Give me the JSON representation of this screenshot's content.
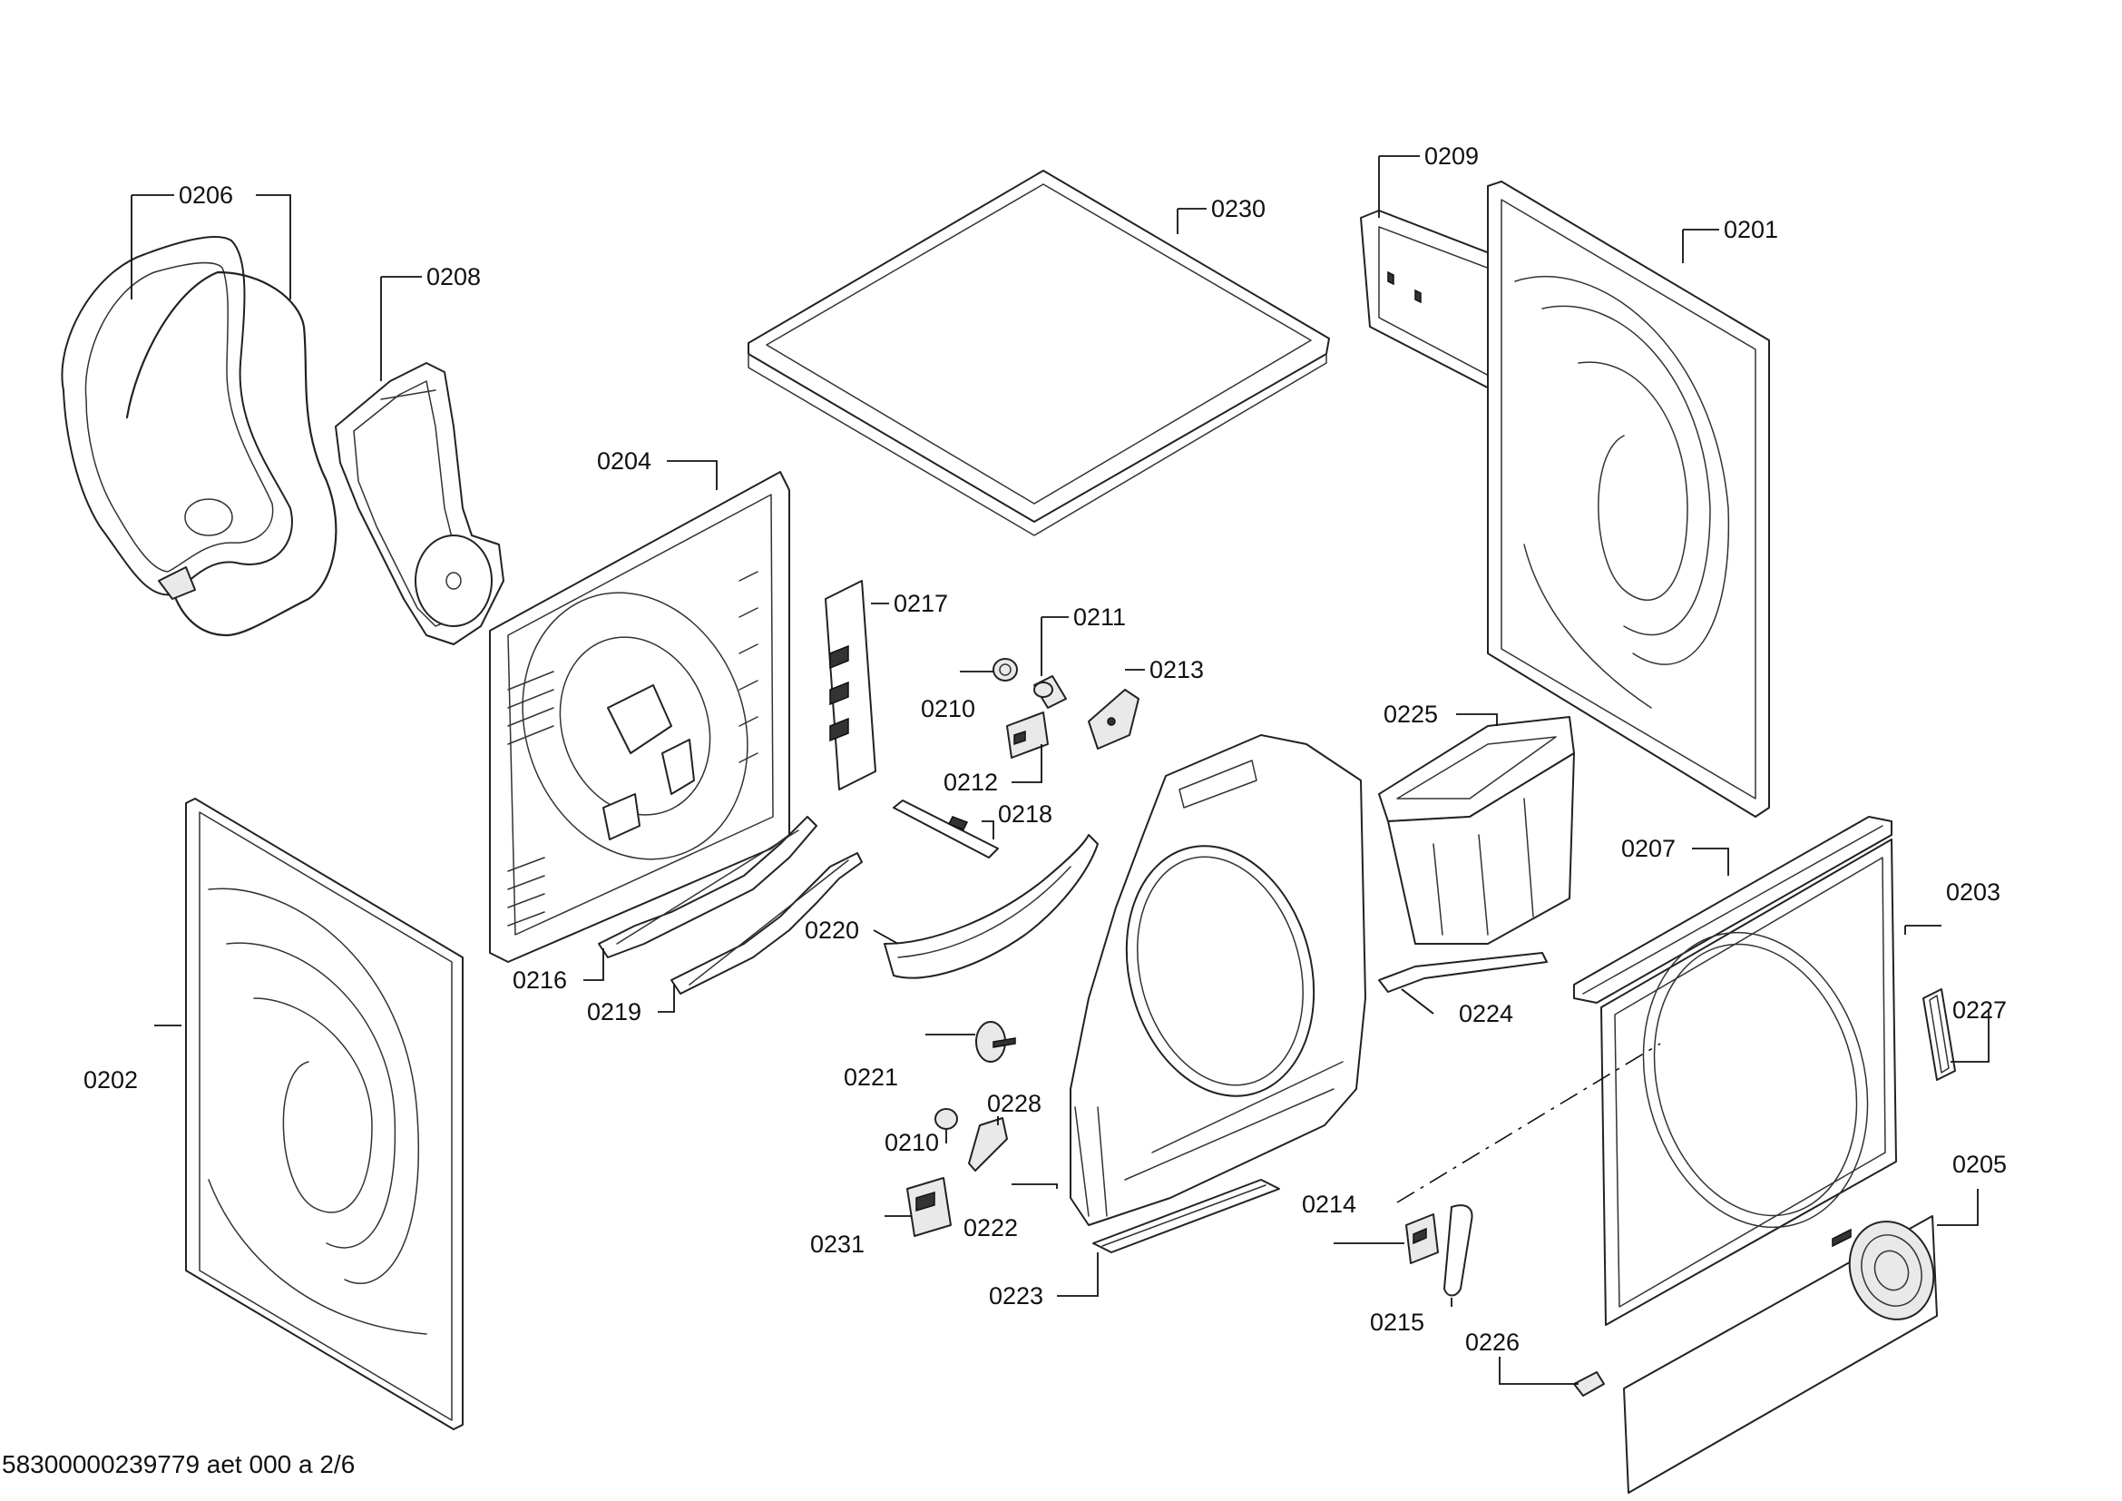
{
  "labels": {
    "p0201": "0201",
    "p0202": "0202",
    "p0203": "0203",
    "p0204": "0204",
    "p0205": "0205",
    "p0206": "0206",
    "p0207": "0207",
    "p0208": "0208",
    "p0209": "0209",
    "p0210a": "0210",
    "p0210b": "0210",
    "p0211": "0211",
    "p0212": "0212",
    "p0213": "0213",
    "p0214": "0214",
    "p0215": "0215",
    "p0216": "0216",
    "p0217": "0217",
    "p0218": "0218",
    "p0219": "0219",
    "p0220": "0220",
    "p0221": "0221",
    "p0222": "0222",
    "p0223": "0223",
    "p0224": "0224",
    "p0225": "0225",
    "p0226": "0226",
    "p0227": "0227",
    "p0228": "0228",
    "p0230": "0230",
    "p0231": "0231"
  },
  "footer": "58300000239779 aet 000 a 2/6"
}
